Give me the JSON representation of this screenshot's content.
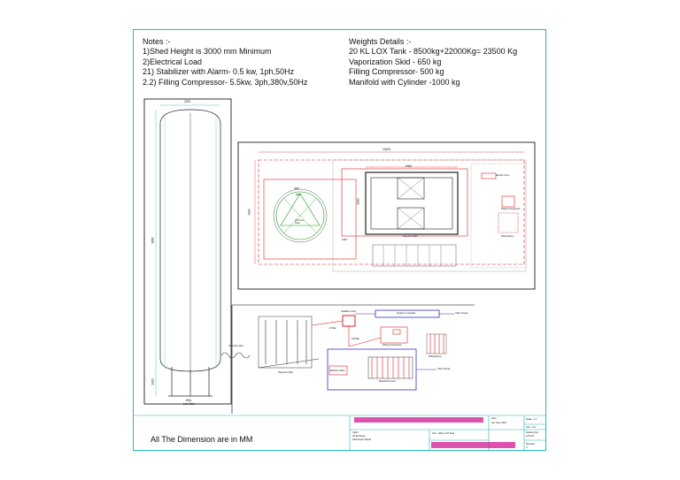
{
  "notes": {
    "heading": "Notes :-",
    "lines": [
      "1)Shed Height is 3000 mm Minimum",
      "2)Electrical Load",
      "21) Stabilizer with Alarm- 0.5 kw, 1ph,50Hz",
      "2.2) Filling Compressor- 5.5kw, 3ph,380v,50Hz"
    ]
  },
  "weights": {
    "heading": "Weights Details :-",
    "lines": [
      "20 KL LOX Tank - 8500kg+22000Kg= 23500 Kg",
      "Vaporization Skid - 650 kg",
      "Filling Compressor- 500 kg",
      "Manifold with Cylinder -1000 kg"
    ]
  },
  "tank_elevation": {
    "width_dim": "2200",
    "height_dim": "9880",
    "leg_dim": "1400",
    "caption": "20KL\nLox Tank"
  },
  "plan": {
    "overall_width": "10625",
    "overall_height": "4910",
    "skid_width": "6000",
    "skid_height": "2000",
    "tank_label": "20 kl Lox\nTank",
    "skid_label": "Vaporiser Skid",
    "dims": [
      "3800",
      "2087",
      "1600"
    ],
    "right_labels": [
      "Electric Cont.",
      "Filling Compressor",
      "Filling Ramp"
    ]
  },
  "flow": {
    "stabilizer": "Stabilizer GCS",
    "supply": "Supply to Hospital",
    "client_scope_1": "Client Scope",
    "client_scope_2": "Client Scope",
    "bar_label_1": "15 Bar",
    "bar_label_2": "150 Bar",
    "vap_skid_1": "Vaporiser Skid",
    "vap_skid_2": "Vaporiser Skid",
    "compressor": "Filling Compressor",
    "ramp": "Filling Ramp",
    "manifold": "Manifold System",
    "valve_box": "Mainline Valve"
  },
  "footer_note": "All The Dimension are in MM",
  "title_block": {
    "client_label": "Client :",
    "client_lines": [
      "JO Embassy",
      "Kathmandu Nepal"
    ],
    "item_label": "Item : 20KL LOX Tank",
    "date_label": "Date :",
    "date": "Jan 21st, 2022",
    "scale_label": "Scale : 1:1",
    "unit": "Unit : mm",
    "drawing_no_label": "Drawing No.",
    "drawing_no": "LOX-02",
    "revision_label": "Revision :",
    "revision": "0"
  },
  "colors": {
    "frame": "#22b4b8",
    "red": "#e02020",
    "blue": "#3030c8",
    "green": "#10a010",
    "redact": "#d01890"
  }
}
